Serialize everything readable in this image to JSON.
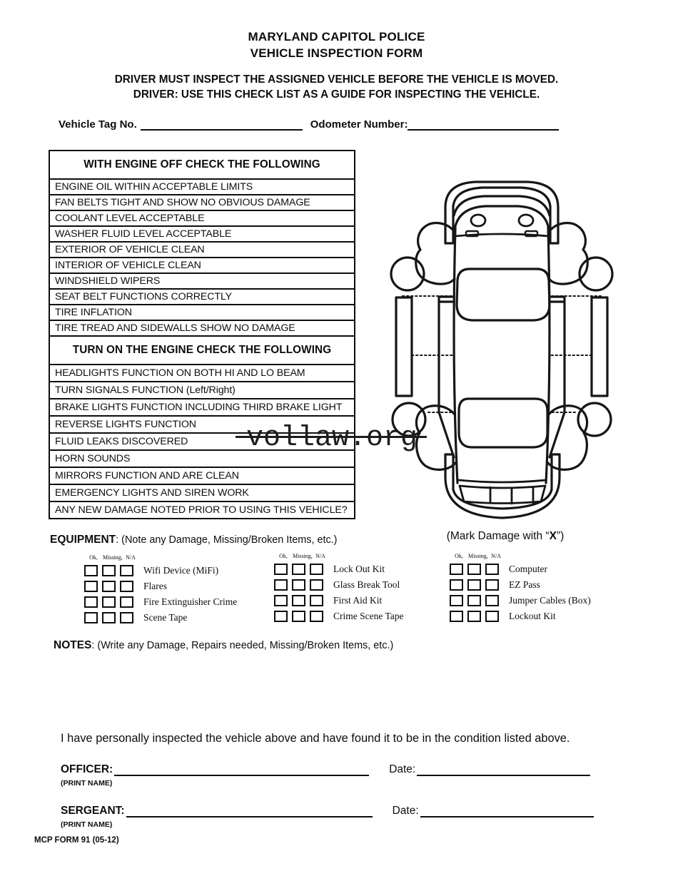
{
  "header": {
    "title_line1": "MARYLAND CAPITOL POLICE",
    "title_line2": "VEHICLE INSPECTION FORM",
    "instruction_line1": "DRIVER MUST INSPECT THE ASSIGNED VEHICLE BEFORE THE VEHICLE IS MOVED.",
    "instruction_line2": "DRIVER: USE THIS CHECK LIST AS A GUIDE FOR INSPECTING THE VEHICLE."
  },
  "fields": {
    "vehicle_tag_label": "Vehicle Tag No.",
    "vehicle_tag_value": "",
    "odometer_label": "Odometer Number:",
    "odometer_value": ""
  },
  "checklist": {
    "engine_off_header": "WITH ENGINE OFF  CHECK THE FOLLOWING",
    "engine_off_items": [
      "ENGINE OIL WITHIN ACCEPTABLE LIMITS",
      "FAN BELTS TIGHT AND SHOW NO OBVIOUS DAMAGE",
      "COOLANT LEVEL ACCEPTABLE",
      "WASHER FLUID LEVEL ACCEPTABLE",
      "EXTERIOR OF VEHICLE CLEAN",
      "INTERIOR OF VEHICLE CLEAN",
      "WINDSHIELD WIPERS",
      "SEAT BELT FUNCTIONS CORRECTLY",
      "TIRE INFLATION",
      "TIRE TREAD AND SIDEWALLS SHOW NO DAMAGE"
    ],
    "engine_on_header": "TURN ON THE ENGINE CHECK THE FOLLOWING",
    "engine_on_items": [
      "HEADLIGHTS FUNCTION ON BOTH HI AND LO BEAM",
      "TURN SIGNALS FUNCTION (Left/Right)",
      "BRAKE LIGHTS FUNCTION INCLUDING THIRD BRAKE LIGHT",
      "REVERSE LIGHTS FUNCTION",
      "FLUID LEAKS DISCOVERED",
      "HORN SOUNDS",
      "MIRRORS FUNCTION AND ARE CLEAN",
      "EMERGENCY LIGHTS AND SIREN WORK",
      "ANY NEW DAMAGE NOTED PRIOR TO USING THIS VEHICLE?"
    ]
  },
  "diagram": {
    "caption_prefix": "(Mark Damage with “",
    "caption_mark": "X",
    "caption_suffix": "”)"
  },
  "equipment": {
    "heading": "EQUIPMENT",
    "heading_note": ": (Note any Damage, Missing/Broken Items, etc.)",
    "column_headers": [
      "Ok,",
      "Missing,",
      "N/A"
    ],
    "groups": [
      {
        "items": [
          "Wifi Device (MiFi)",
          "Flares",
          "Fire Extinguisher Crime",
          "Scene Tape"
        ]
      },
      {
        "items": [
          "Lock Out Kit",
          "Glass Break Tool",
          "First Aid Kit",
          "Crime Scene Tape"
        ]
      },
      {
        "items": [
          "Computer",
          "EZ Pass",
          "Jumper Cables (Box)",
          "Lockout Kit"
        ]
      }
    ]
  },
  "notes": {
    "heading": "NOTES",
    "heading_note": ": (Write any Damage, Repairs needed, Missing/Broken Items, etc.)"
  },
  "signature": {
    "statement": "I have personally inspected the vehicle above and have found it to be in the condition listed above.",
    "officer_label": "OFFICER:",
    "sergeant_label": "SERGEANT:",
    "date_label": "Date:",
    "print_name_label": "(PRINT NAME)"
  },
  "footer": {
    "form_number": "MCP FORM 91 (05-12)"
  },
  "watermark": "vollaw.org",
  "colors": {
    "ink": "#0d0d0d",
    "paper": "#ffffff"
  }
}
